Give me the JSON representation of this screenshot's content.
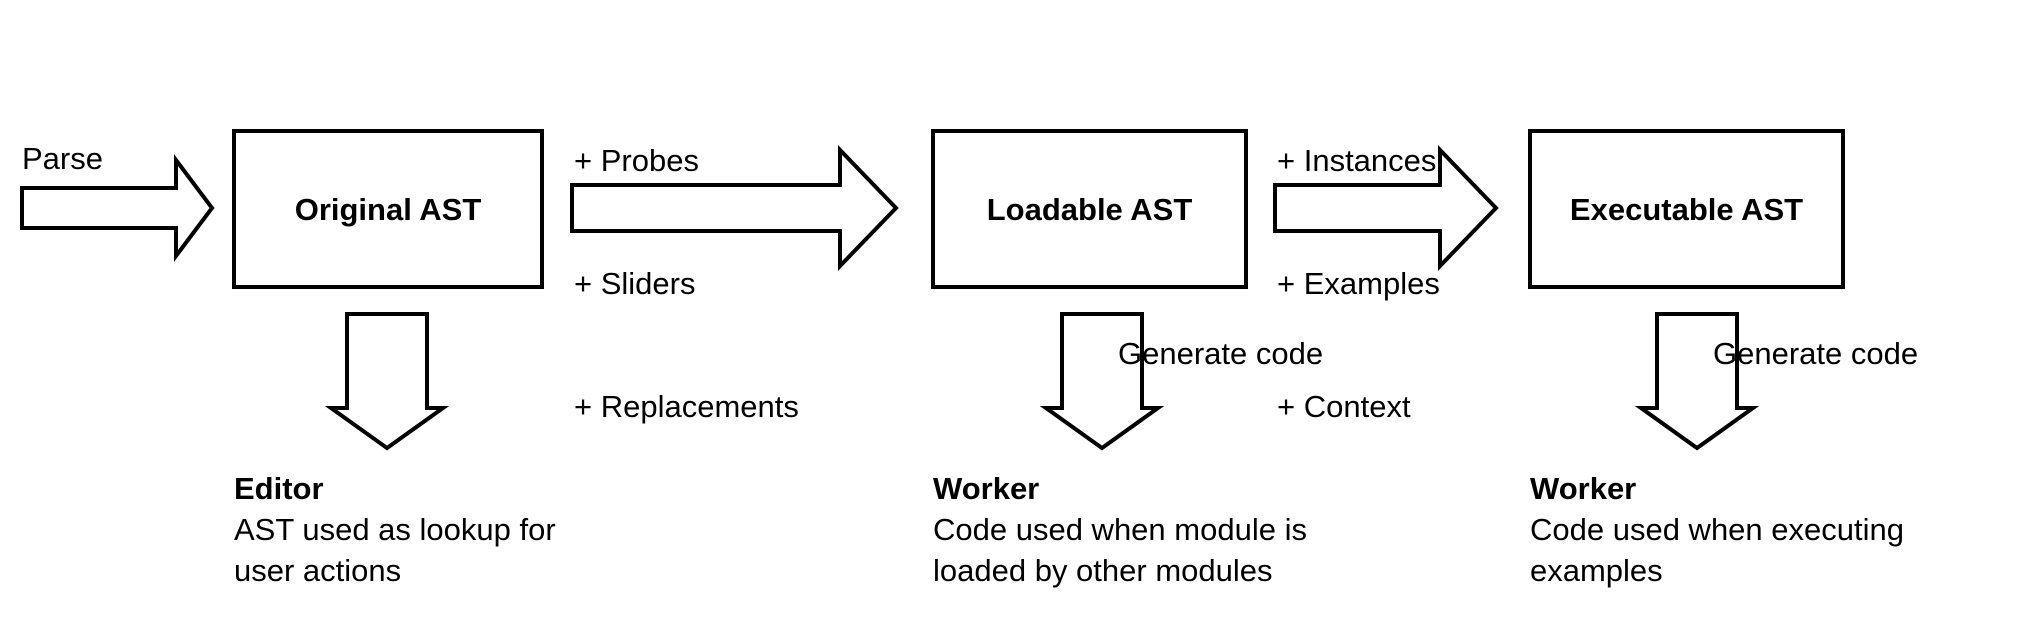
{
  "diagram": {
    "title": "AST pipeline diagram",
    "background_color": "#ffffff",
    "stroke_color": "#000000",
    "stages": [
      {
        "id": "original-ast",
        "box_label": "Original AST",
        "caption_title": "Editor",
        "caption_lines": [
          "AST used as lookup for",
          "user actions"
        ],
        "down_arrow_label": ""
      },
      {
        "id": "loadable-ast",
        "box_label": "Loadable AST",
        "caption_title": "Worker",
        "caption_lines": [
          "Code used when module is",
          "loaded by other modules"
        ],
        "down_arrow_label": "Generate code"
      },
      {
        "id": "executable-ast",
        "box_label": "Executable AST",
        "caption_title": "Worker",
        "caption_lines": [
          "Code used when executing",
          "examples"
        ],
        "down_arrow_label": "Generate code"
      }
    ],
    "entry_arrow_label": "Parse",
    "transition_annotations": [
      {
        "id": "to-loadable",
        "lines": [
          "+ Probes",
          "+ Sliders",
          "+ Replacements"
        ]
      },
      {
        "id": "to-executable",
        "lines": [
          "+ Instances",
          "+ Examples",
          "+ Context"
        ]
      }
    ]
  }
}
